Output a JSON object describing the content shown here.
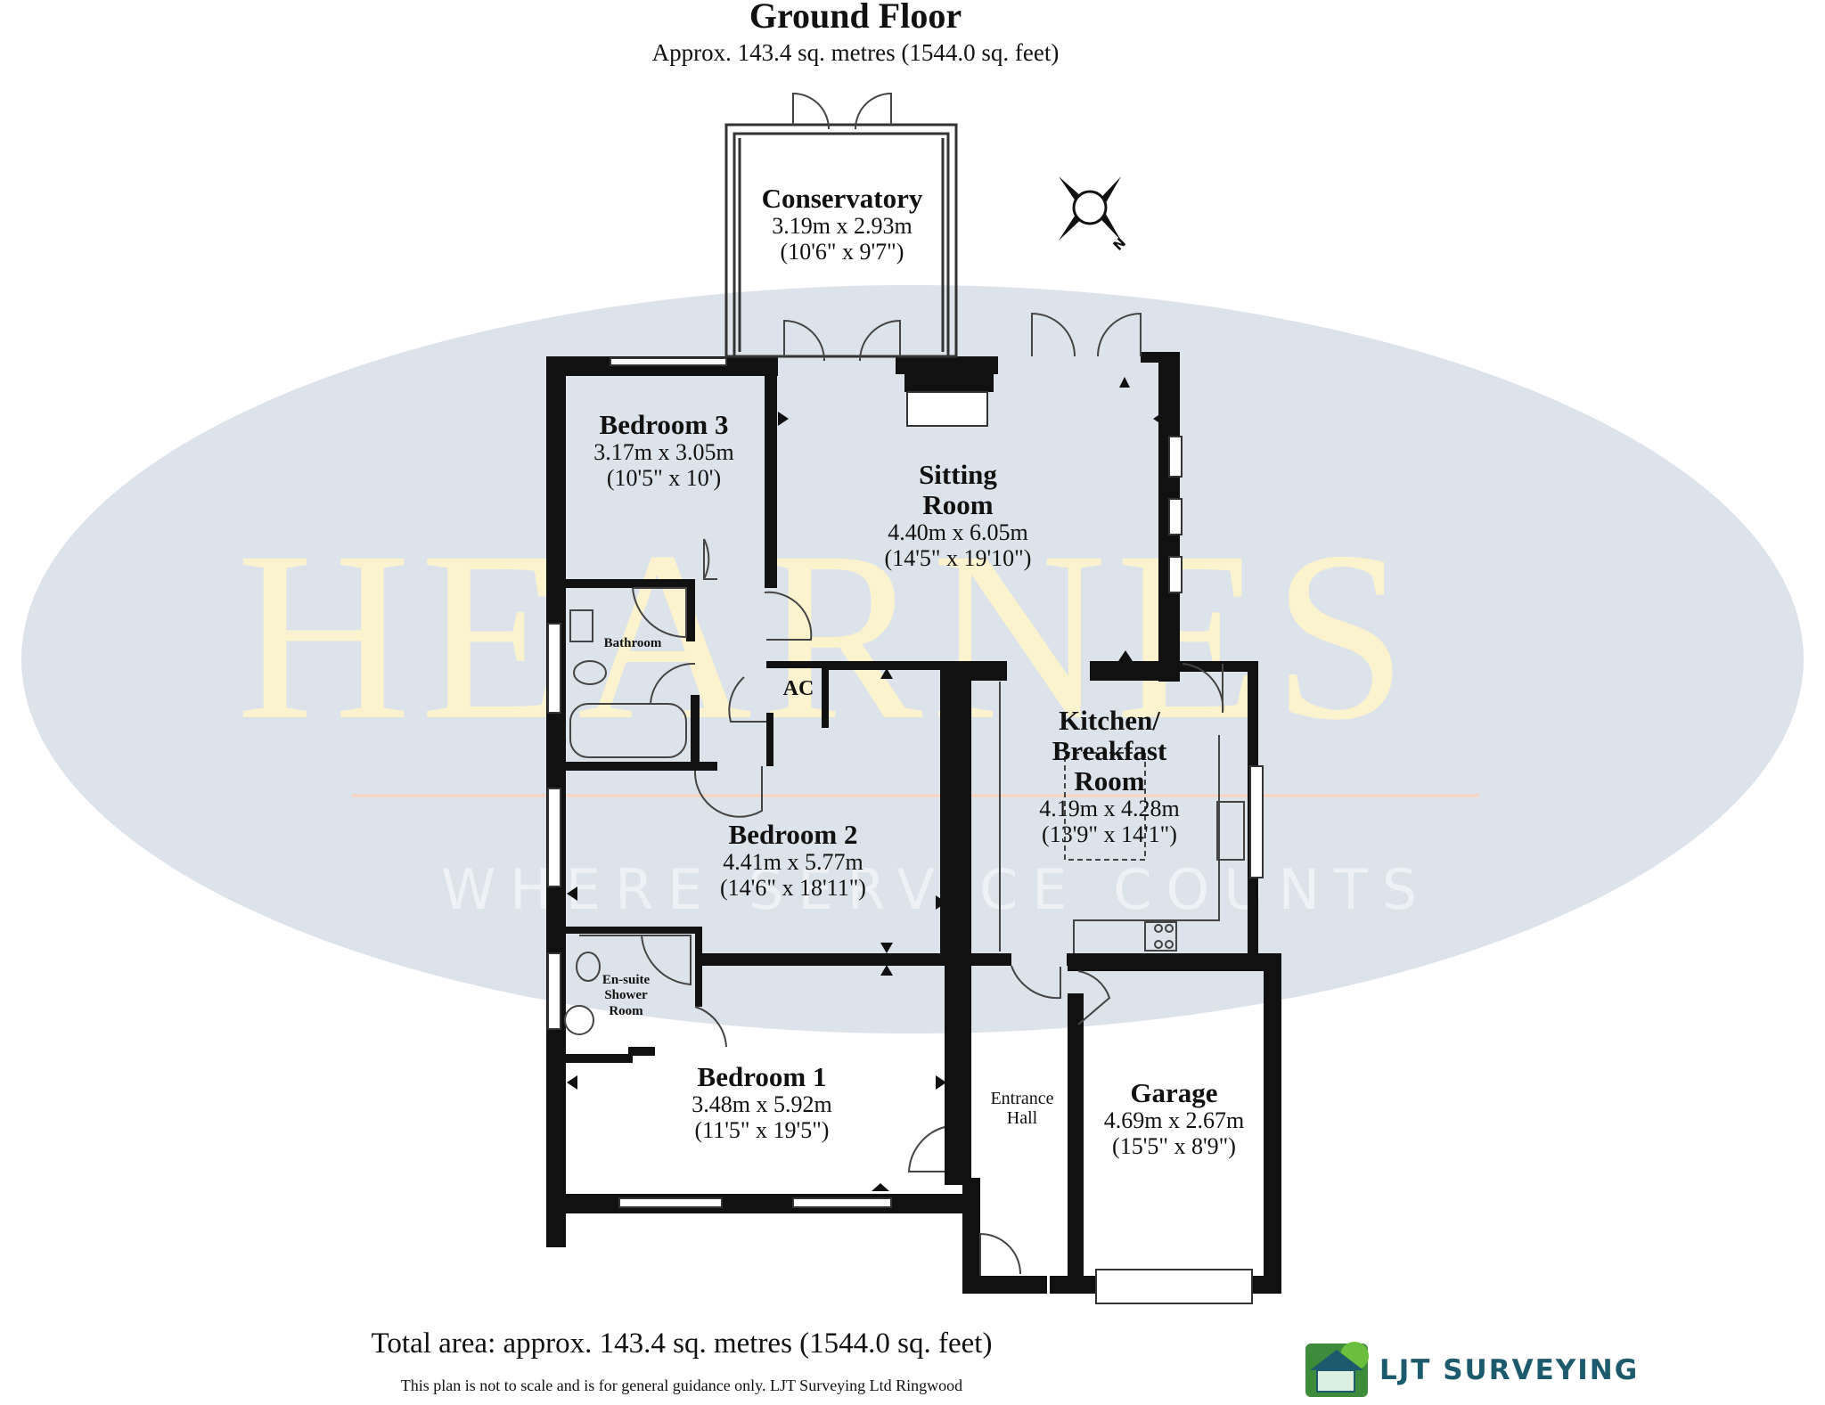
{
  "header": {
    "title": "Ground Floor",
    "subtitle": "Approx. 143.4 sq. metres (1544.0 sq. feet)"
  },
  "watermark": {
    "brand": "HEARNES",
    "tagline": "WHERE SERVICE COUNTS"
  },
  "rooms": {
    "conservatory": {
      "name": "Conservatory",
      "metric": "3.19m x 2.93m",
      "imperial": "(10'6\" x 9'7\")"
    },
    "bedroom3": {
      "name": "Bedroom 3",
      "metric": "3.17m x 3.05m",
      "imperial": "(10'5\" x 10')"
    },
    "sitting": {
      "name1": "Sitting",
      "name2": "Room",
      "metric": "4.40m x 6.05m",
      "imperial": "(14'5\" x 19'10\")"
    },
    "bathroom": {
      "name": "Bathroom"
    },
    "ac": {
      "name": "AC"
    },
    "kitchen": {
      "name1": "Kitchen/",
      "name2": "Breakfast",
      "name3": "Room",
      "metric": "4.19m x 4.28m",
      "imperial": "(13'9\" x 14'1\")"
    },
    "bedroom2": {
      "name": "Bedroom 2",
      "metric": "4.41m x 5.77m",
      "imperial": "(14'6\" x 18'11\")"
    },
    "ensuite": {
      "line1": "En-suite",
      "line2": "Shower",
      "line3": "Room"
    },
    "bedroom1": {
      "name": "Bedroom 1",
      "metric": "3.48m x 5.92m",
      "imperial": "(11'5\" x 19'5\")"
    },
    "entrance": {
      "line1": "Entrance",
      "line2": "Hall"
    },
    "garage": {
      "name": "Garage",
      "metric": "4.69m x 2.67m",
      "imperial": "(15'5\" x 8'9\")"
    }
  },
  "compass": {
    "label": "N"
  },
  "footer": {
    "total": "Total area: approx. 143.4 sq. metres (1544.0 sq. feet)",
    "disclaimer": "This plan is not to scale and is for general guidance only. LJT Surveying Ltd Ringwood",
    "logo_text": "LJT SURVEYING"
  },
  "colors": {
    "wall": "#111111",
    "watermark_oval": "#dde3ea",
    "watermark_text": "#fbf3cd",
    "logo": "#1c5a6e"
  }
}
